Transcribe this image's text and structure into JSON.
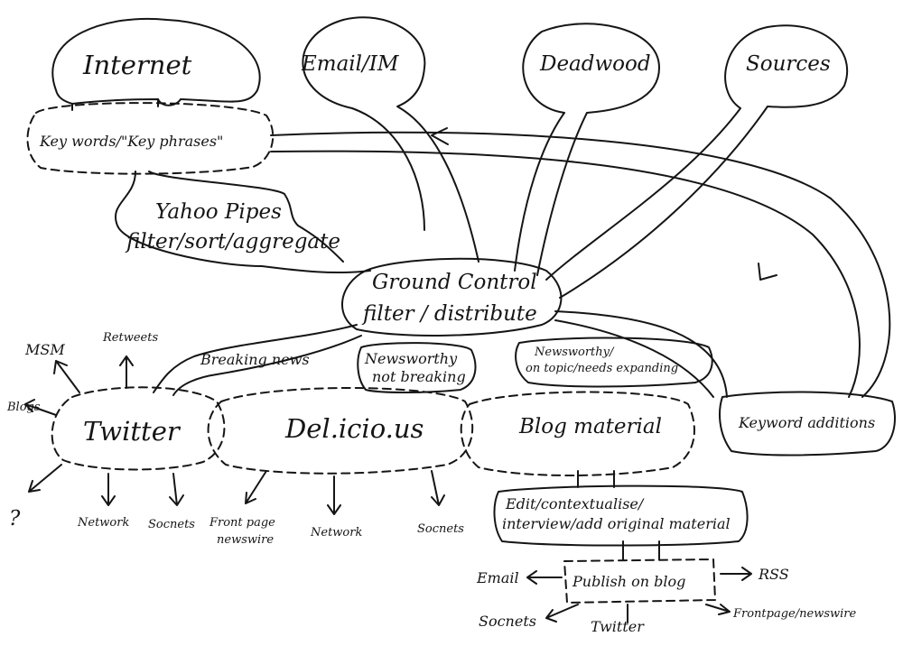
{
  "nodes": {
    "internet": "Internet",
    "email_im": "Email/IM",
    "deadwood": "Deadwood",
    "sources": "Sources",
    "keywords": "Key words/\"Key phrases\"",
    "yahoo_pipes": "Yahoo Pipes",
    "yahoo_pipes_action": "filter/sort/aggregate",
    "ground_control": "Ground Control",
    "ground_control_action": "filter / distribute",
    "keyword_additions": "Keyword additions",
    "twitter": "Twitter",
    "delicious": "Del.icio.us",
    "blog_material": "Blog material",
    "edit_line1": "Edit/contextualise/",
    "edit_line2": "interview/add original material",
    "publish": "Publish on blog"
  },
  "flows": {
    "breaking_news": "Breaking news",
    "newsworthy_line1": "Newsworthy",
    "newsworthy_line2": "not breaking",
    "topic_line1": "Newsworthy/",
    "topic_line2": "on topic/needs expanding"
  },
  "outputs": {
    "mainstream_media": "MSM",
    "retweets": "Retweets",
    "blogs": "Blogs",
    "unknown": "?",
    "twitter_network": "Network",
    "twitter_socnets": "Socnets",
    "front_page_line1": "Front page",
    "front_page_line2": "newswire",
    "delicious_network": "Network",
    "delicious_socnets": "Socnets",
    "email": "Email",
    "rss": "RSS",
    "publish_socnets": "Socnets",
    "publish_twitter": "Twitter",
    "frontpage_newswire": "Frontpage/newswire"
  }
}
